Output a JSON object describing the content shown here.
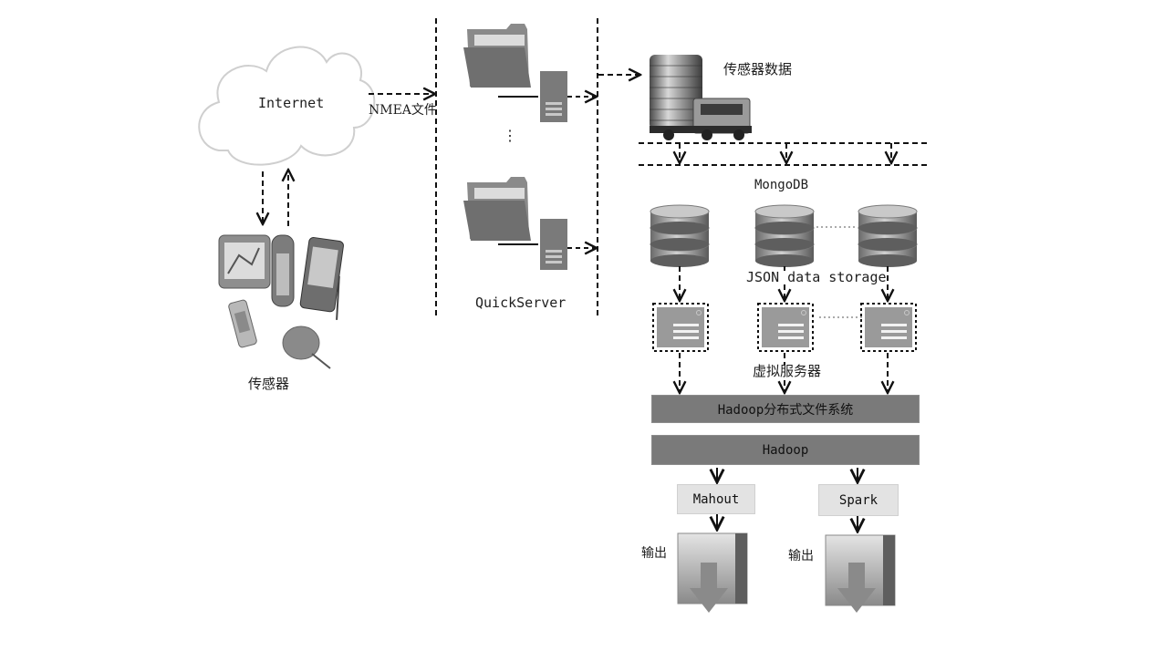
{
  "diagram": {
    "nodes": {
      "internet": {
        "label": "Internet",
        "icon": "cloud-icon"
      },
      "sensors": {
        "label": "传感器",
        "icon": "gps-devices-icon"
      },
      "nmea_edge": {
        "label": "NMEA文件"
      },
      "quickserver": {
        "label": "QuickServer",
        "icon": "folder-server-icon",
        "ellipsis": "⋮"
      },
      "sensor_data": {
        "label": "传感器数据",
        "icon": "database-truck-icon"
      },
      "mongodb": {
        "label": "MongoDB"
      },
      "json_storage": {
        "label": "JSON data storage",
        "icon": "database-icon",
        "count": 3
      },
      "virtual_servers": {
        "label": "虚拟服务器",
        "icon": "server-window-icon",
        "count": 3
      },
      "hdfs": {
        "label": "Hadoop分布式文件系统"
      },
      "hadoop": {
        "label": "Hadoop"
      },
      "mahout": {
        "label": "Mahout"
      },
      "spark": {
        "label": "Spark"
      },
      "output_1": {
        "label": "输出",
        "icon": "download-arrow-icon"
      },
      "output_2": {
        "label": "输出",
        "icon": "download-arrow-icon"
      }
    },
    "edges": [
      {
        "from": "sensors",
        "to": "internet",
        "style": "dashed"
      },
      {
        "from": "internet",
        "to": "sensors",
        "style": "dashed"
      },
      {
        "from": "internet",
        "to": "quickserver",
        "label": "NMEA文件",
        "style": "dashed"
      },
      {
        "from": "quickserver",
        "to": "sensor_data",
        "style": "dashed"
      },
      {
        "from": "sensor_data",
        "to": "mongodb",
        "style": "dashed"
      },
      {
        "from": "json_storage",
        "to": "virtual_servers",
        "style": "dashed"
      },
      {
        "from": "virtual_servers",
        "to": "hdfs",
        "style": "dashed"
      },
      {
        "from": "hadoop",
        "to": "mahout",
        "style": "solid"
      },
      {
        "from": "hadoop",
        "to": "spark",
        "style": "solid"
      },
      {
        "from": "mahout",
        "to": "output_1",
        "style": "solid"
      },
      {
        "from": "spark",
        "to": "output_2",
        "style": "solid"
      }
    ],
    "colors": {
      "bar_fill": "#7a7a7a",
      "pill_fill": "#e3e3e3",
      "icon_gray": "#7d7d7d",
      "line": "#111111"
    }
  }
}
